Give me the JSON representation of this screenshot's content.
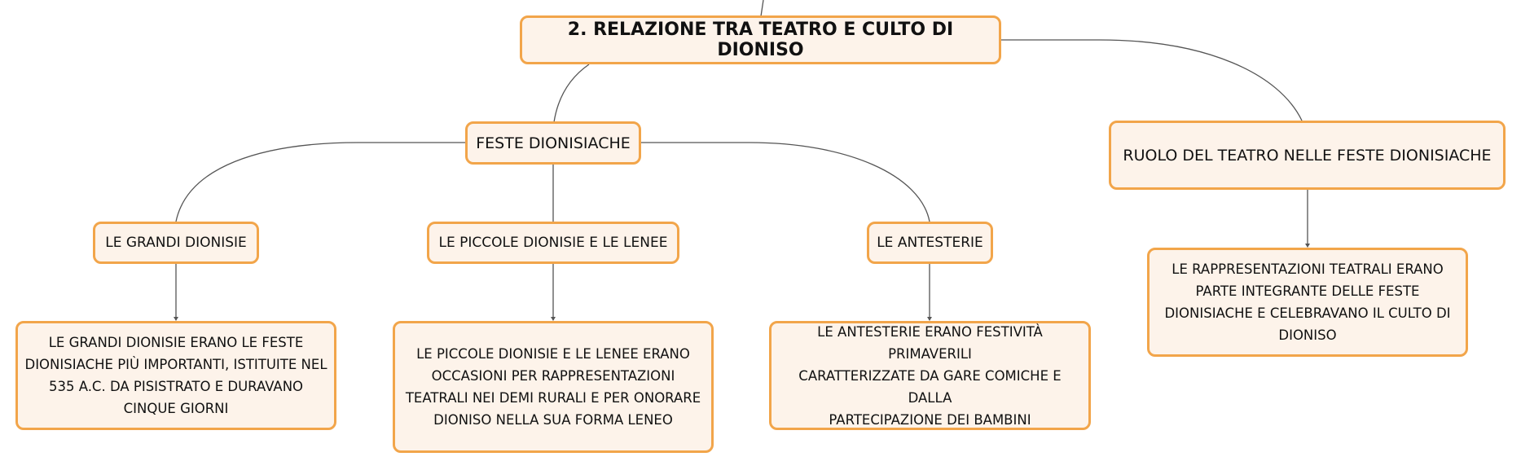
{
  "colors": {
    "node_border": "#f2a54a",
    "node_fill": "#fdf3ea",
    "connector": "#555555"
  },
  "main_node": {
    "label": "2. RELAZIONE TRA TEATRO E CULTO DI DIONISO"
  },
  "feste": {
    "label": "FESTE DIONISIACHE"
  },
  "ruolo": {
    "label": "RUOLO DEL TEATRO NELLE FESTE DIONISIACHE"
  },
  "grandi": {
    "label": "LE GRANDI DIONISIE",
    "desc_lines": [
      "LE GRANDI DIONISIE ERANO LE FESTE",
      "DIONISIACHE PIÙ IMPORTANTI, ISTITUITE NEL",
      "535 A.C. DA PISISTRATO E DURAVANO",
      "CINQUE GIORNI"
    ]
  },
  "piccole": {
    "label": "LE PICCOLE DIONISIE E LE LENEE",
    "desc_lines": [
      "LE PICCOLE DIONISIE E LE LENEE ERANO",
      "OCCASIONI PER RAPPRESENTAZIONI",
      "TEATRALI NEI DEMI RURALI E PER ONORARE",
      "DIONISO NELLA SUA FORMA LENEO"
    ]
  },
  "antesterie": {
    "label": "LE ANTESTERIE",
    "desc_lines": [
      "LE ANTESTERIE ERANO FESTIVITÀ PRIMAVERILI",
      "CARATTERIZZATE DA GARE COMICHE E DALLA",
      "PARTECIPAZIONE DEI BAMBINI"
    ]
  },
  "ruolo_desc": {
    "desc_lines": [
      "LE RAPPRESENTAZIONI TEATRALI ERANO",
      "PARTE INTEGRANTE DELLE FESTE",
      "DIONISIACHE E CELEBRAVANO IL CULTO DI",
      "DIONISO"
    ]
  }
}
